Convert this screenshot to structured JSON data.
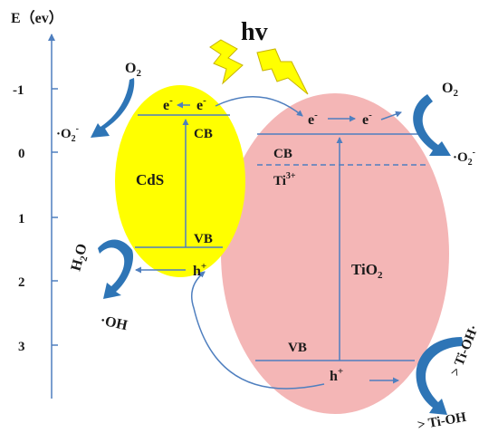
{
  "axis": {
    "label": "E（ev）",
    "ticks": [
      "-1",
      "0",
      "1",
      "2",
      "3"
    ]
  },
  "light": {
    "label": "hv"
  },
  "cds": {
    "name": "CdS",
    "cb": "CB",
    "vb": "VB",
    "electron_left": "e",
    "electron_right": "e",
    "electron_sup": "-",
    "hole": "h",
    "hole_sup": "+"
  },
  "tio2": {
    "name_main": "TiO",
    "name_sub": "2",
    "cb": "CB",
    "vb": "VB",
    "defect_main": "Ti",
    "defect_sup": "3+",
    "electron_1": "e",
    "electron_2": "e",
    "electron_sup": "-",
    "hole": "h",
    "hole_sup": "+"
  },
  "reactions": {
    "o2_left_main": "O",
    "o2_left_sub": "2",
    "superoxide_left_main": "·O",
    "superoxide_left_sub": "2",
    "superoxide_left_sup": "-",
    "o2_right_main": "O",
    "o2_right_sub": "2",
    "superoxide_right_main": "·O",
    "superoxide_right_sub": "2",
    "superoxide_right_sup": "-",
    "water_h": "H",
    "water_sub": "2",
    "water_o": "O",
    "hydroxyl": "·OH",
    "tioh_radical": "> Ti-OH·",
    "tioh": "> Ti-OH"
  },
  "colors": {
    "cds_fill": "#ffff00",
    "tio2_fill": "#f4b6b6",
    "line": "#4f7fbf",
    "arrow": "#2e75b6",
    "bolt": "#ffff00",
    "bolt_stroke": "#c8b400"
  }
}
